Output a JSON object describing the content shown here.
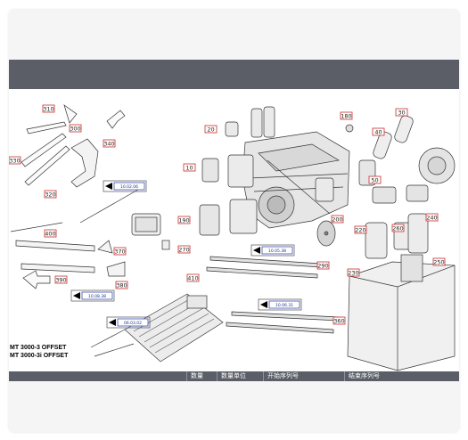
{
  "drawing": {
    "models": [
      "MT 3000-3 OFFSET",
      "MT 3000-3i OFFSET"
    ],
    "callouts": [
      "310",
      "300",
      "340",
      "330",
      "320",
      "400",
      "370",
      "390",
      "380",
      "20",
      "10",
      "190",
      "180",
      "40",
      "30",
      "50",
      "200",
      "220",
      "260",
      "240",
      "230",
      "250",
      "270",
      "290",
      "410",
      "360"
    ],
    "references": [
      "10.02.06",
      "10.05.38",
      "10.08.38",
      "06.03.02",
      "10.06.31"
    ]
  },
  "table": {
    "columns": [
      "数量",
      "数量单位",
      "开始序列号",
      "结束序列号"
    ]
  },
  "colors": {
    "bar": "#5b5e66",
    "callout_border": "#cc2b2b",
    "ref_border": "#2338a8"
  }
}
